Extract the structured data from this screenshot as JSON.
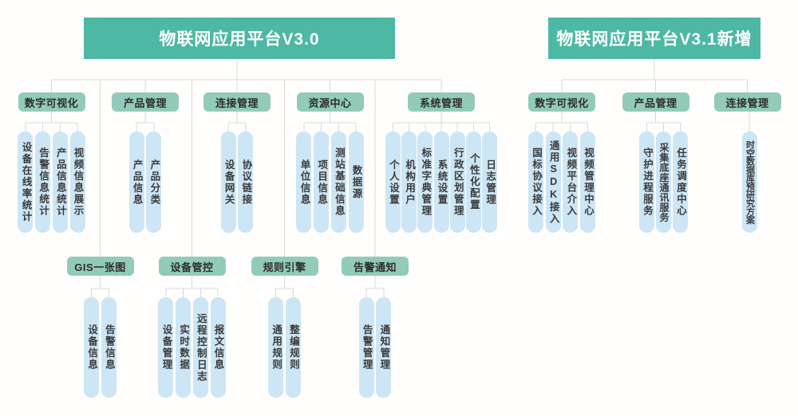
{
  "palette": {
    "header_bg": "#4db8a4",
    "header_text": "#ffffff",
    "category_bg": "#92cbb9",
    "category_text": "#2d2d2d",
    "pill_bg": "#cde6f5",
    "pill_text": "#3a3a3a",
    "line": "#d9d9d9",
    "background": "#fffefc"
  },
  "diagram": {
    "sections": [
      {
        "title": "物联网应用平台V3.0",
        "groups": [
          {
            "label": "数字可视化",
            "items": [
              "设备在线率统计",
              "告警信息统计",
              "产品信息统计",
              "视频信息展示"
            ]
          },
          {
            "label": "产品管理",
            "items": [
              "产品信息",
              "产品分类"
            ]
          },
          {
            "label": "连接管理",
            "items": [
              "设备网关",
              "协议链接"
            ]
          },
          {
            "label": "资源中心",
            "items": [
              "单位信息",
              "项目信息",
              "测站基础信息",
              "数据源"
            ]
          },
          {
            "label": "系统管理",
            "items": [
              "个人设置",
              "机构用户",
              "标准字典管理",
              "系统设置",
              "行政区划管理",
              "个性化配置",
              "日志管理"
            ]
          },
          {
            "label": "GIS一张图",
            "items": [
              "设备信息",
              "告警信息"
            ]
          },
          {
            "label": "设备管控",
            "items": [
              "设备管理",
              "实时数据",
              "远程控制日志",
              "报文信息"
            ]
          },
          {
            "label": "规则引擎",
            "items": [
              "通用规则",
              "整编规则"
            ]
          },
          {
            "label": "告警通知",
            "items": [
              "告警管理",
              "通知管理"
            ]
          }
        ]
      },
      {
        "title": "物联网应用平台V3.1新增",
        "groups": [
          {
            "label": "数字可视化",
            "items": [
              "国标协议接入",
              "通用SDK接入",
              "视频平台介入",
              "视频管理中心"
            ]
          },
          {
            "label": "产品管理",
            "items": [
              "守护进程服务",
              "采集底座通讯服务",
              "任务调度中心"
            ]
          },
          {
            "label": "连接管理",
            "items": [
              "时空数据库预研究方案"
            ]
          }
        ]
      }
    ]
  }
}
